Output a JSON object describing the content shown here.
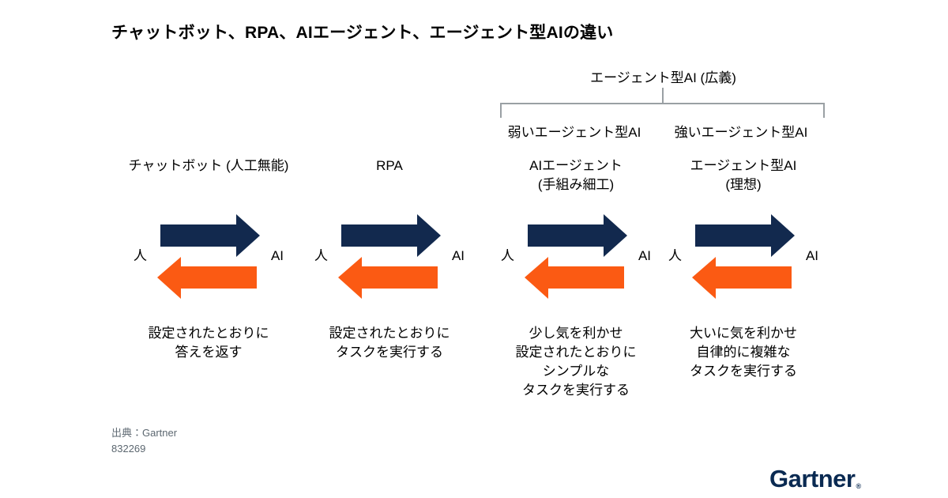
{
  "title": "チャットボット、RPA、AIエージェント、エージェント型AIの違い",
  "taxonomy": {
    "root_label": "エージェント型AI (広義)",
    "weak_label": "弱いエージェント型AI",
    "strong_label": "強いエージェント型AI"
  },
  "columns": [
    {
      "header": "チャットボット (人工無能)",
      "left_label": "人",
      "right_label": "AI",
      "description": "設定されたとおりに\n答えを返す"
    },
    {
      "header": "RPA",
      "left_label": "人",
      "right_label": "AI",
      "description": "設定されたとおりに\nタスクを実行する"
    },
    {
      "header": "AIエージェント\n(手組み細工)",
      "left_label": "人",
      "right_label": "AI",
      "description": "少し気を利かせ\n設定されたとおりに\nシンプルな\nタスクを実行する"
    },
    {
      "header": "エージェント型AI\n(理想)",
      "left_label": "人",
      "right_label": "AI",
      "description": "大いに気を利かせ\n自律的に複雑な\nタスクを実行する"
    }
  ],
  "footer": {
    "source": "出典：Gartner",
    "doc_id": "832269",
    "logo": "Gartner",
    "logo_mark": "®"
  },
  "colors": {
    "navy": "#12294E",
    "orange": "#FB5A13",
    "line-gray": "#9AA0A4",
    "muted": "#5C6770",
    "logo": "#0A2A52",
    "ink": "#000000"
  }
}
